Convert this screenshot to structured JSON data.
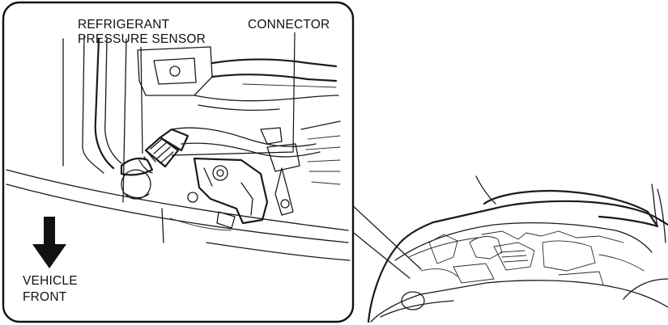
{
  "labels": {
    "sensor_line1": "REFRIGERANT",
    "sensor_line2": "PRESSURE SENSOR",
    "connector": "CONNECTOR",
    "direction_line1": "VEHICLE",
    "direction_line2": "FRONT"
  },
  "colors": {
    "line": "#1a1a1a",
    "background": "#ffffff",
    "arrow": "#111111"
  },
  "icons": {
    "direction_arrow": "down-arrow-icon"
  }
}
